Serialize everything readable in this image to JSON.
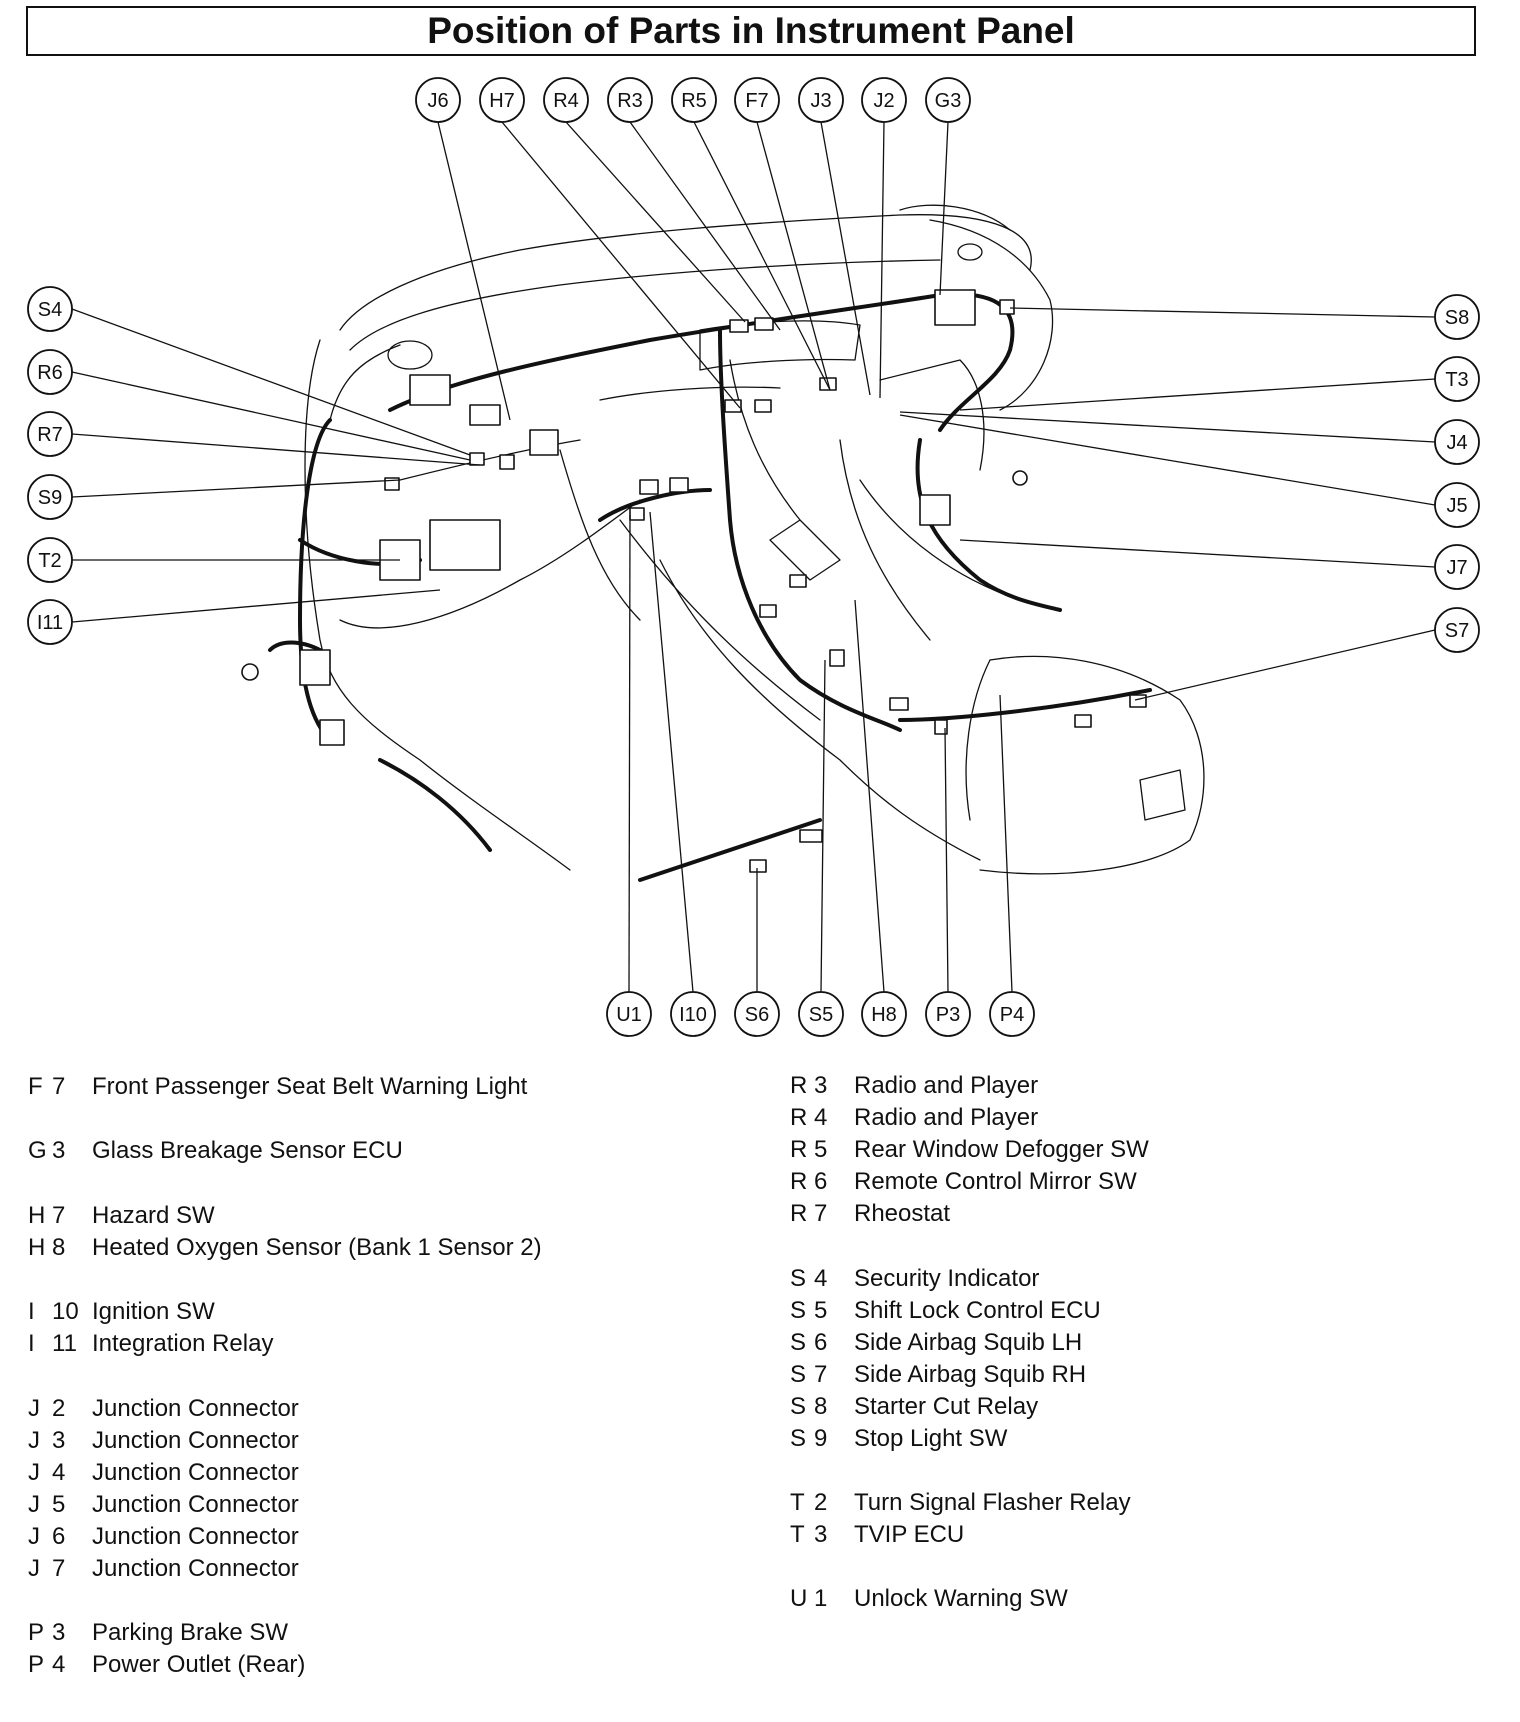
{
  "title": "Position of Parts in Instrument Panel",
  "callouts": {
    "top": [
      "J6",
      "H7",
      "R4",
      "R3",
      "R5",
      "F7",
      "J3",
      "J2",
      "G3"
    ],
    "left": [
      "S4",
      "R6",
      "R7",
      "S9",
      "T2",
      "I11"
    ],
    "right": [
      "S8",
      "T3",
      "J4",
      "J5",
      "J7",
      "S7"
    ],
    "bottom": [
      "U1",
      "I10",
      "S6",
      "S5",
      "H8",
      "P3",
      "P4"
    ]
  },
  "legend": {
    "left": [
      {
        "letter": "F",
        "num": "7",
        "name": "Front Passenger Seat Belt Warning Light"
      },
      {
        "letter": "G",
        "num": "3",
        "name": "Glass Breakage Sensor ECU"
      },
      {
        "letter": "H",
        "num": "7",
        "name": "Hazard SW"
      },
      {
        "letter": "H",
        "num": "8",
        "name": "Heated Oxygen Sensor (Bank 1 Sensor 2)"
      },
      {
        "letter": "I",
        "num": "10",
        "name": "Ignition SW"
      },
      {
        "letter": "I",
        "num": "11",
        "name": "Integration Relay"
      },
      {
        "letter": "J",
        "num": "2",
        "name": "Junction Connector"
      },
      {
        "letter": "J",
        "num": "3",
        "name": "Junction Connector"
      },
      {
        "letter": "J",
        "num": "4",
        "name": "Junction Connector"
      },
      {
        "letter": "J",
        "num": "5",
        "name": "Junction Connector"
      },
      {
        "letter": "J",
        "num": "6",
        "name": "Junction Connector"
      },
      {
        "letter": "J",
        "num": "7",
        "name": "Junction Connector"
      },
      {
        "letter": "P",
        "num": "3",
        "name": "Parking Brake SW"
      },
      {
        "letter": "P",
        "num": "4",
        "name": "Power Outlet (Rear)"
      }
    ],
    "right": [
      {
        "letter": "R",
        "num": "3",
        "name": "Radio and Player"
      },
      {
        "letter": "R",
        "num": "4",
        "name": "Radio and Player"
      },
      {
        "letter": "R",
        "num": "5",
        "name": "Rear Window Defogger SW"
      },
      {
        "letter": "R",
        "num": "6",
        "name": "Remote Control Mirror SW"
      },
      {
        "letter": "R",
        "num": "7",
        "name": "Rheostat"
      },
      {
        "letter": "S",
        "num": "4",
        "name": "Security Indicator"
      },
      {
        "letter": "S",
        "num": "5",
        "name": "Shift Lock Control ECU"
      },
      {
        "letter": "S",
        "num": "6",
        "name": "Side Airbag Squib LH"
      },
      {
        "letter": "S",
        "num": "7",
        "name": "Side Airbag Squib RH"
      },
      {
        "letter": "S",
        "num": "8",
        "name": "Starter Cut Relay"
      },
      {
        "letter": "S",
        "num": "9",
        "name": "Stop Light SW"
      },
      {
        "letter": "T",
        "num": "2",
        "name": "Turn Signal Flasher Relay"
      },
      {
        "letter": "T",
        "num": "3",
        "name": "TVIP ECU"
      },
      {
        "letter": "U",
        "num": "1",
        "name": "Unlock Warning SW"
      }
    ]
  }
}
